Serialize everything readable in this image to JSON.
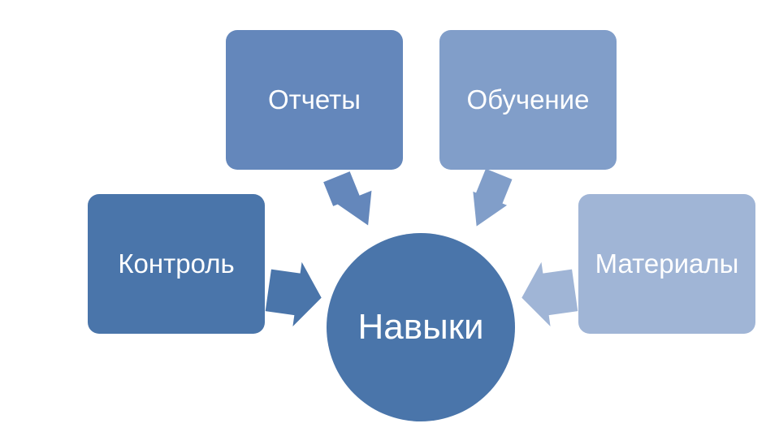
{
  "diagram": {
    "center": {
      "label": "Навыки",
      "color": "#4a75aa"
    },
    "nodes": [
      {
        "id": "control",
        "label": "Контроль",
        "color": "#4a75aa"
      },
      {
        "id": "reports",
        "label": "Отчеты",
        "color": "#6487bb"
      },
      {
        "id": "learning",
        "label": "Обучение",
        "color": "#819ec9"
      },
      {
        "id": "materials",
        "label": "Материалы",
        "color": "#a0b5d6"
      }
    ],
    "arrow_colors": {
      "control": "#4a75aa",
      "reports": "#6487bb",
      "learning": "#819ec9",
      "materials": "#a0b5d6"
    }
  }
}
